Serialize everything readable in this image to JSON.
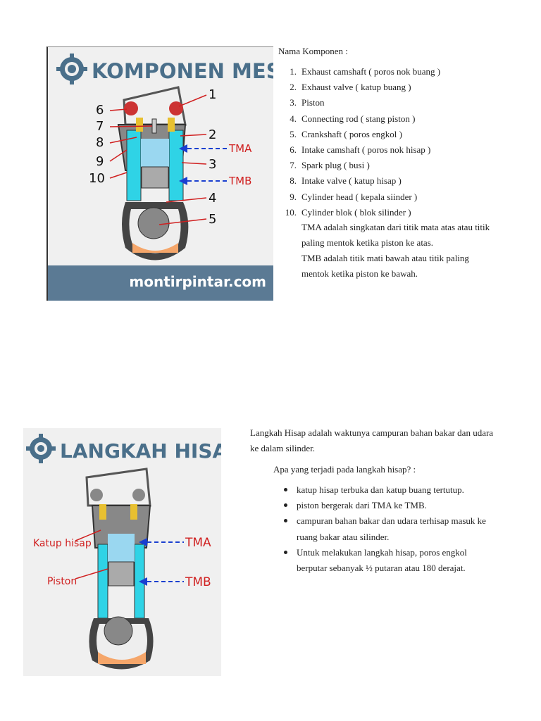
{
  "figure1": {
    "heading": "KOMPONEN MESIN",
    "footer": "montirpintar.com",
    "labels": [
      "1",
      "2",
      "3",
      "4",
      "5",
      "6",
      "7",
      "8",
      "9",
      "10"
    ],
    "tma": "TMA",
    "tmb": "TMB"
  },
  "components": {
    "title": "Nama Komponen :",
    "items": [
      {
        "num": "1.",
        "text": "Exhaust camshaft ( poros nok buang )"
      },
      {
        "num": "2.",
        "text": "Exhaust valve ( katup buang )"
      },
      {
        "num": "3.",
        "text": "Piston"
      },
      {
        "num": "4.",
        "text": "Connecting rod ( stang piston )"
      },
      {
        "num": "5.",
        "text": "Crankshaft ( poros engkol )"
      },
      {
        "num": "6.",
        "text": "Intake camshaft ( poros nok hisap )"
      },
      {
        "num": "7.",
        "text": "Spark plug ( busi )"
      },
      {
        "num": "8.",
        "text": "Intake valve ( katup hisap )"
      },
      {
        "num": "9.",
        "text": "Cylinder head ( kepala siinder )"
      },
      {
        "num": "10.",
        "text": "Cylinder blok ( blok silinder )"
      }
    ],
    "tma_note": "TMA adalah singkatan dari titik mata atas atau titik paling mentok ketika piston ke atas.",
    "tmb_note": "TMB adalah titik mati bawah atau titik paling mentok ketika piston ke bawah."
  },
  "figure2": {
    "heading": "LANGKAH HISAP",
    "label_katup": "Katup hisap",
    "label_piston": "Piston",
    "tma": "TMA",
    "tmb": "TMB"
  },
  "hisap": {
    "intro": "Langkah Hisap adalah waktunya campuran bahan bakar dan udara ke dalam silinder.",
    "question": "Apa yang terjadi pada langkah hisap? :",
    "bullets": [
      "katup hisap terbuka dan katup buang tertutup.",
      "piston bergerak dari TMA ke TMB.",
      "campuran bahan bakar dan udara terhisap masuk ke ruang bakar atau silinder.",
      "Untuk melakukan langkah hisap, poros engkol berputar sebanyak ½ putaran atau 180 derajat."
    ]
  },
  "colors": {
    "heading": "#4a6f8a",
    "footer_band": "#5b7a94",
    "arrow_tma": "#1a3fd0",
    "label_red": "#d02020",
    "cylinder_cyan": "#2fd3e6"
  }
}
